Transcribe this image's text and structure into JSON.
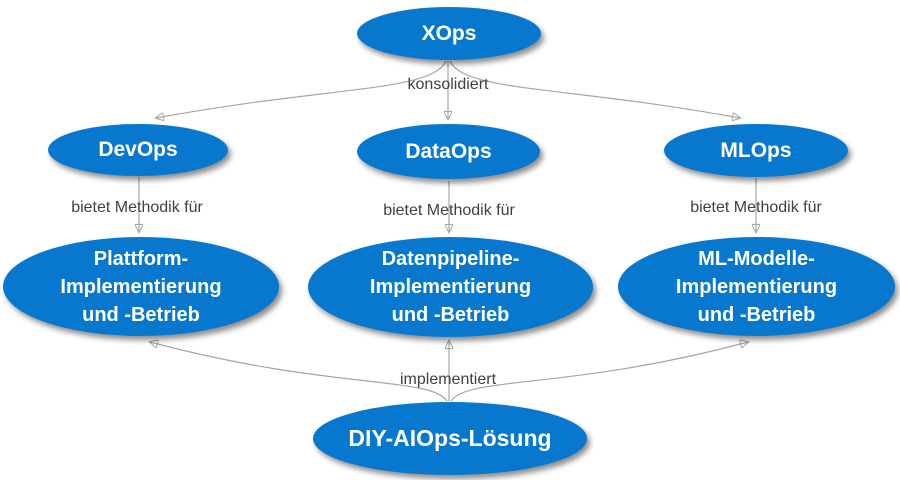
{
  "diagram": {
    "title": "XOps consolidation diagram",
    "background_color": "#ffffff",
    "node_fill": "#0878cf",
    "node_text_color": "#ffffff",
    "connector_color": "#a6a6a6",
    "arrowhead_color": "#7f7f7f",
    "edge_label_color": "#404040"
  },
  "nodes": {
    "xops": {
      "label": "XOps"
    },
    "devops": {
      "label": "DevOps"
    },
    "dataops": {
      "label": "DataOps"
    },
    "mlops": {
      "label": "MLOps"
    },
    "plattform": {
      "lines": [
        "Plattform-",
        "Implementierung",
        "und -Betrieb"
      ]
    },
    "datenpipeline": {
      "lines": [
        "Datenpipeline-",
        "Implementierung",
        "und -Betrieb"
      ]
    },
    "mlmodelle": {
      "lines": [
        "ML-Modelle-",
        "Implementierung",
        "und -Betrieb"
      ]
    },
    "diy": {
      "label": "DIY-AIOps-Lösung"
    }
  },
  "edge_labels": {
    "konsolidiert": "konsolidiert",
    "bietet_left": "bietet Methodik für",
    "bietet_mid": "bietet Methodik für",
    "bietet_right": "bietet Methodik für",
    "implementiert": "implementiert"
  }
}
